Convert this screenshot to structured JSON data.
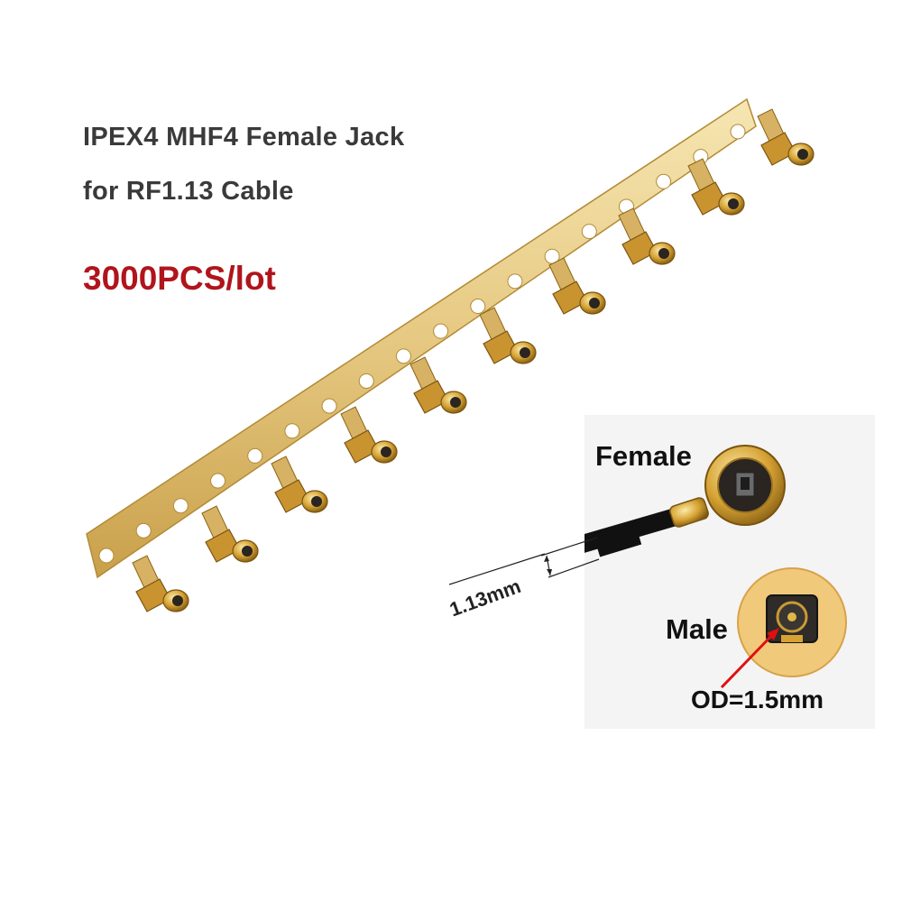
{
  "title": {
    "line1": "IPEX4 MHF4 Female Jack",
    "line2": "for RF1.13 Cable"
  },
  "quantity": {
    "label": "3000PCS/lot",
    "color": "#b0151c"
  },
  "inset": {
    "female_label": "Female",
    "male_label": "Male",
    "od_label": "OD=1.5mm",
    "arrow_color": "#e01010"
  },
  "cable_dimension": "1.13mm",
  "colors": {
    "gold": "#d9a93c",
    "gold_light": "#f5e3a6",
    "gold_dark": "#8a6414",
    "cable": "#111111"
  }
}
